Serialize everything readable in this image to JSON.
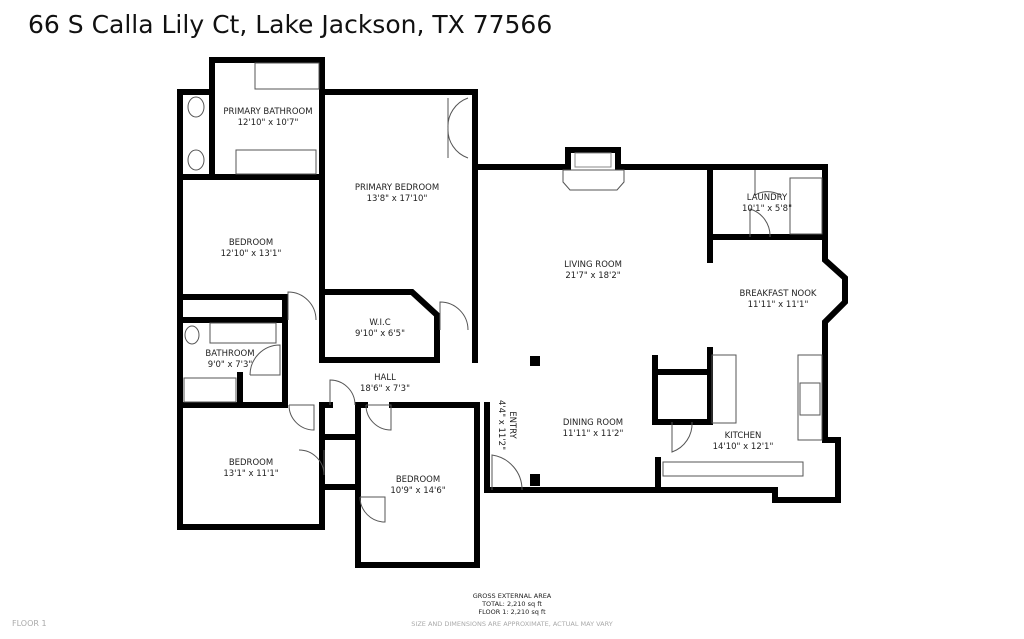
{
  "title": "66 S Calla Lily Ct, Lake Jackson, TX 77566",
  "rooms": [
    {
      "name": "PRIMARY BATHROOM",
      "size": "12'10\" x 10'7\""
    },
    {
      "name": "PRIMARY BEDROOM",
      "size": "13'8\" x 17'10\""
    },
    {
      "name": "BEDROOM",
      "size": "12'10\" x 13'1\""
    },
    {
      "name": "W.I.C",
      "size": "9'10\" x 6'5\""
    },
    {
      "name": "BATHROOM",
      "size": "9'0\" x 7'3\""
    },
    {
      "name": "HALL",
      "size": "18'6\" x 7'3\""
    },
    {
      "name": "BEDROOM",
      "size": "13'1\" x 11'1\""
    },
    {
      "name": "BEDROOM",
      "size": "10'9\" x 14'6\""
    },
    {
      "name": "ENTRY",
      "size": "4'4\" x 11'2\""
    },
    {
      "name": "LIVING ROOM",
      "size": "21'7\" x 18'2\""
    },
    {
      "name": "LAUNDRY",
      "size": "10'1\" x 5'8\""
    },
    {
      "name": "BREAKFAST NOOK",
      "size": "11'11\" x 11'1\""
    },
    {
      "name": "DINING ROOM",
      "size": "11'11\" x 11'2\""
    },
    {
      "name": "KITCHEN",
      "size": "14'10\" x 12'1\""
    }
  ],
  "footer": {
    "heading": "GROSS EXTERNAL AREA",
    "total": "TOTAL: 2,210 sq ft",
    "floor_area": "FLOOR 1: 2,210 sq ft",
    "disclaimer": "SIZE AND DIMENSIONS ARE APPROXIMATE, ACTUAL MAY VARY",
    "floor_label": "FLOOR 1"
  }
}
